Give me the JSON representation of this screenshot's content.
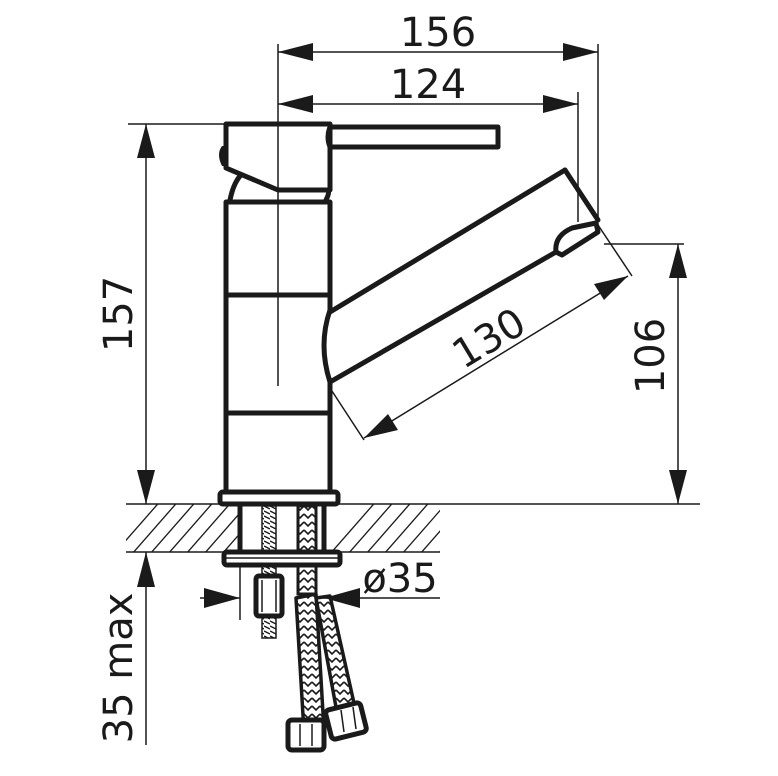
{
  "diagram": {
    "title": "Faucet technical drawing",
    "units": "mm",
    "colors": {
      "line": "#1a1a1a",
      "background": "#ffffff"
    },
    "dimensions": {
      "overall_reach": {
        "label": "156"
      },
      "lever_reach": {
        "label": "124"
      },
      "total_height": {
        "label": "157"
      },
      "spout_outlet_height": {
        "label": "106"
      },
      "spout_length": {
        "label": "130"
      },
      "mounting_hole_diameter": {
        "label": "ø35"
      },
      "max_countertop_thickness": {
        "label": "35 max"
      }
    },
    "parts": [
      "lever-handle",
      "mixer-body",
      "swivel-spout",
      "aerator",
      "base-flange",
      "countertop",
      "mounting-stud",
      "fixing-nut",
      "flexible-hoses",
      "hose-connectors"
    ]
  }
}
